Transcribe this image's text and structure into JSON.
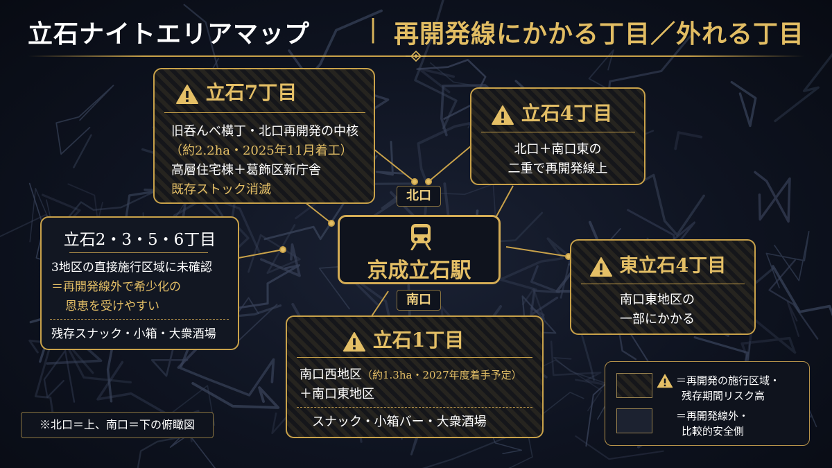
{
  "title": {
    "main": "立石ナイトエリアマップ",
    "separator": "|",
    "sub": "再開発線にかかる丁目／外れる丁目"
  },
  "station": {
    "icon": "train-icon",
    "name": "京成立石駅",
    "north_exit": "北口",
    "south_exit": "南口"
  },
  "areas": {
    "tateishi7": {
      "heading": "立石7丁目",
      "line1": "旧呑んべ横丁・北口再開発の中核",
      "line2": "（約2.2ha・2025年11月着工）",
      "line3": "高層住宅棟＋葛飾区新庁舎",
      "line4": "既存ストック消滅"
    },
    "tateishi4": {
      "heading": "立石4丁目",
      "line1": "北口＋南口東の",
      "line2": "二重で再開発線上"
    },
    "tateishi2356": {
      "heading": "立石2・3・5・6丁目",
      "line1": "3地区の直接施行区域に未確認",
      "line2": "＝再開発線外で希少化の",
      "line3": "恩恵を受けやすい",
      "line4": "残存スナック・小箱・大衆酒場"
    },
    "higashitateishi4": {
      "heading": "東立石4丁目",
      "line1": "南口東地区の",
      "line2": "一部にかかる"
    },
    "tateishi1": {
      "heading": "立石1丁目",
      "line1a": "南口西地区",
      "line1b": "（約1.3ha・2027年度着手予定）",
      "line2": "＋南口東地区",
      "line3": "スナック・小箱バー・大衆酒場"
    }
  },
  "note": "※北口＝上、南口＝下の俯瞰図",
  "legend": {
    "warning_line1": "＝再開発の施行区域・",
    "warning_line2": "残存期間リスク高",
    "safe_line1": "＝再開発線外・",
    "safe_line2": "比較的安全側"
  },
  "colors": {
    "gold": "#c9a24a",
    "gold_text": "#e4bf66",
    "background": "#0b0f1a",
    "warning_fill": "#e4bf66"
  }
}
